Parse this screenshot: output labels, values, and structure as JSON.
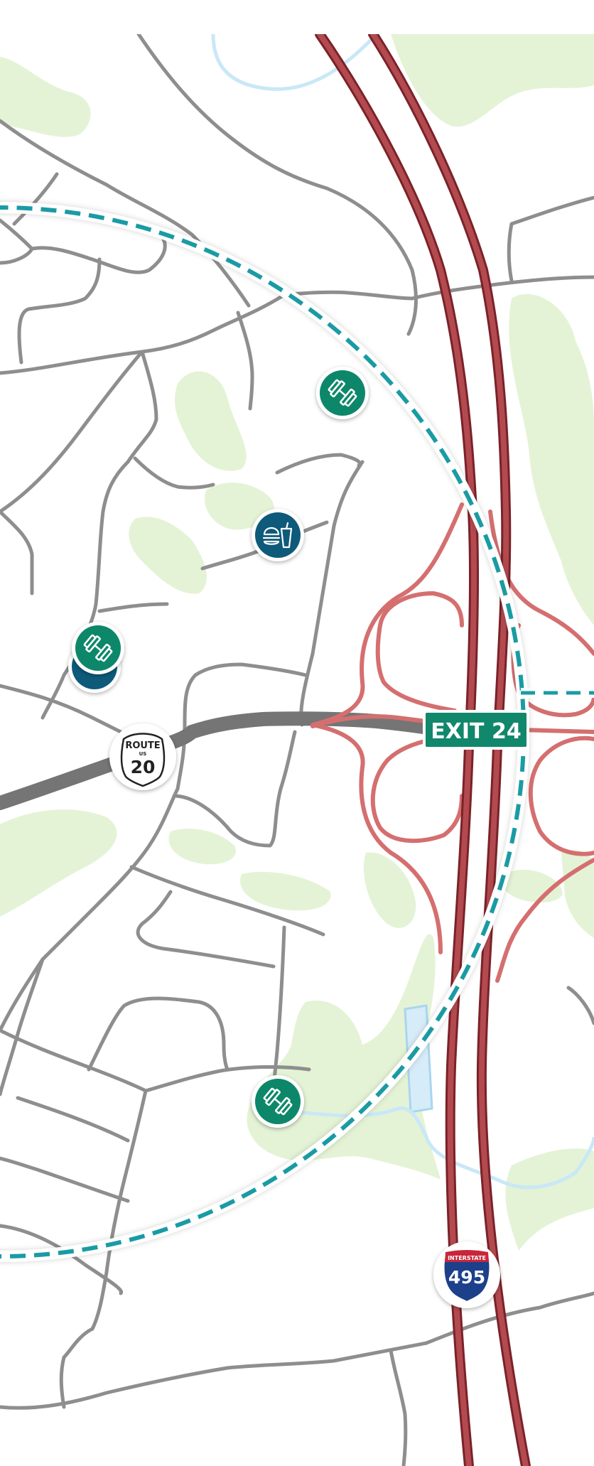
{
  "map": {
    "highway": {
      "name": "495",
      "banner": "INTERSTATE",
      "color": "#a83a40"
    },
    "us_route": {
      "number": "20",
      "banner": "ROUTE",
      "sub": "US"
    },
    "exit_sign": {
      "label": "EXIT 24",
      "color": "#11876b"
    },
    "radius_color": "#1a9ba4",
    "poi": [
      {
        "type": "gym",
        "icon": "dumbbell-icon",
        "color": "#11876b"
      },
      {
        "type": "food",
        "icon": "burger-drink-icon",
        "color": "#0f5a7a"
      },
      {
        "type": "gym",
        "icon": "dumbbell-icon",
        "color": "#11876b"
      },
      {
        "type": "food",
        "icon": "burger-drink-icon",
        "color": "#0f5a7a"
      },
      {
        "type": "gym",
        "icon": "dumbbell-icon",
        "color": "#11876b"
      }
    ]
  }
}
